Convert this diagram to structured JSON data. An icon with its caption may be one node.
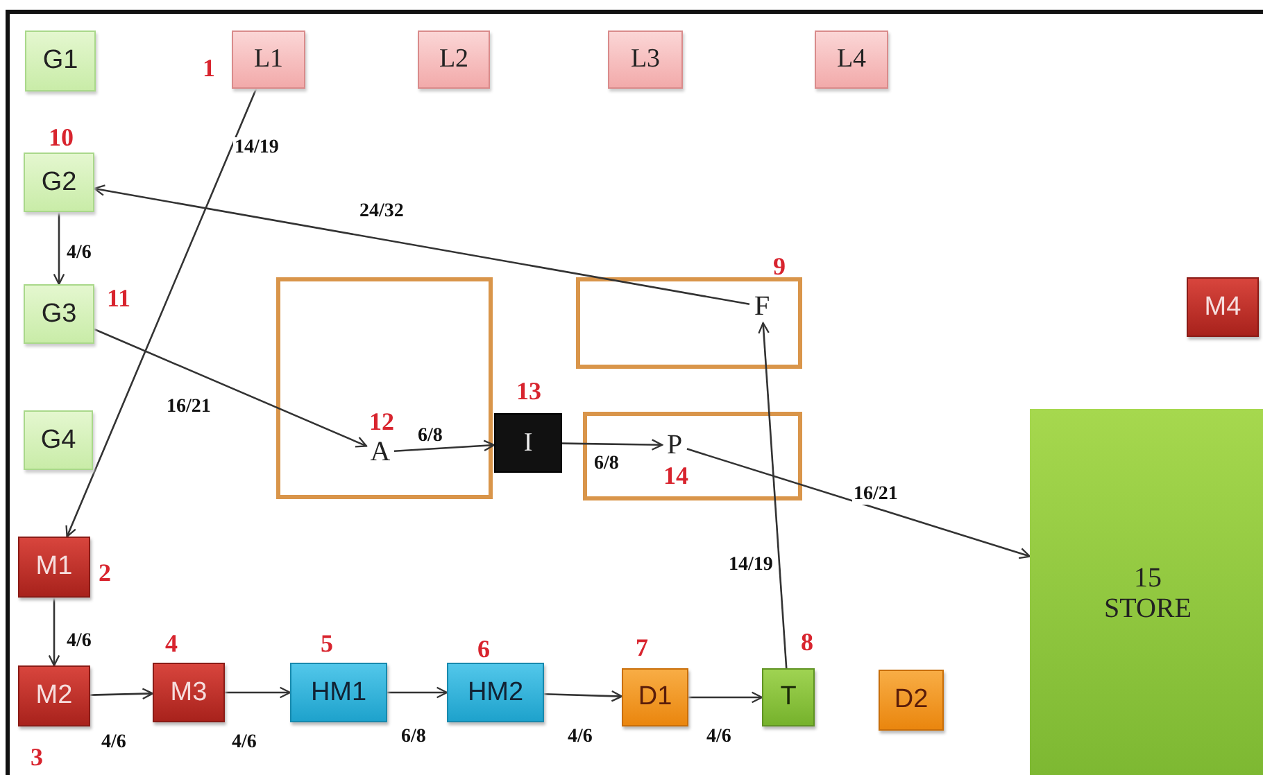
{
  "diagram": {
    "nodes": [
      {
        "text": [
          "G1"
        ]
      },
      {
        "text": [
          "L1"
        ],
        "beside": [
          "1"
        ]
      },
      {
        "text": [
          "L2"
        ]
      },
      {
        "text": [
          "L3"
        ]
      },
      {
        "text": [
          "L4"
        ]
      },
      {
        "text": [
          "G2"
        ],
        "beside": [
          "10"
        ]
      },
      {
        "text": [],
        "shape": "box"
      },
      {
        "text": [
          "F"
        ],
        "in": 6,
        "beside": [
          "9"
        ]
      },
      {
        "text": [
          "M4"
        ]
      },
      {
        "text": [
          "G3"
        ],
        "beside": [
          "11"
        ]
      },
      {
        "text": [],
        "shape": "box"
      },
      {
        "text": [
          "A"
        ],
        "in": 10,
        "beside": [
          "12"
        ]
      },
      {
        "text": [
          "I"
        ],
        "beside": [
          "13"
        ]
      },
      {
        "text": [],
        "shape": "box"
      },
      {
        "text": [
          "P"
        ],
        "in": 13,
        "beside": [
          "14"
        ]
      },
      {
        "text": [
          "G4"
        ]
      },
      {
        "text": [
          "15",
          "STORE"
        ]
      },
      {
        "text": [
          "M1"
        ],
        "beside": [
          "2"
        ]
      },
      {
        "text": [
          "M2"
        ],
        "beside": [
          "3"
        ]
      },
      {
        "text": [
          "M3"
        ],
        "beside": [
          "4"
        ]
      },
      {
        "text": [
          "HM1"
        ],
        "beside": [
          "5"
        ]
      },
      {
        "text": [
          "HM2"
        ],
        "beside": [
          "6"
        ]
      },
      {
        "text": [
          "D1"
        ],
        "beside": [
          "7"
        ]
      },
      {
        "text": [
          "T"
        ],
        "beside": [
          "8"
        ]
      },
      {
        "text": [
          "D2"
        ]
      }
    ],
    "edges": [
      {
        "from": 1,
        "to": 17,
        "arrow": "to",
        "label": "14/19"
      },
      {
        "from": 17,
        "to": 18,
        "arrow": "to",
        "label": "4/6"
      },
      {
        "from": 18,
        "to": 19,
        "arrow": "to",
        "label": "4/6"
      },
      {
        "from": 19,
        "to": 20,
        "arrow": "to",
        "label": "4/6"
      },
      {
        "from": 20,
        "to": 21,
        "arrow": "to",
        "label": "6/8"
      },
      {
        "from": 21,
        "to": 22,
        "arrow": "to",
        "label": "4/6"
      },
      {
        "from": 22,
        "to": 23,
        "arrow": "to",
        "label": "4/6"
      },
      {
        "from": 23,
        "to": 7,
        "arrow": "to",
        "label": "14/19"
      },
      {
        "from": 7,
        "to": 5,
        "arrow": "to",
        "label": "24/32"
      },
      {
        "from": 5,
        "to": 9,
        "arrow": "to",
        "label": "4/6"
      },
      {
        "from": 9,
        "to": 11,
        "arrow": "to",
        "label": "16/21"
      },
      {
        "from": 11,
        "to": 12,
        "arrow": "to",
        "label": "6/8"
      },
      {
        "from": 12,
        "to": 14,
        "arrow": "to",
        "label": "6/8"
      },
      {
        "from": 14,
        "to": 16,
        "arrow": "to",
        "label": "16/21"
      }
    ]
  }
}
